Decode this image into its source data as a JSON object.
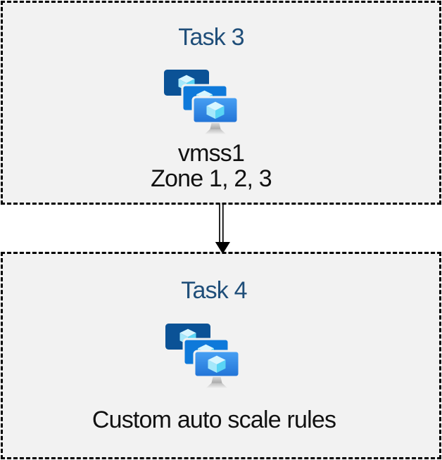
{
  "boxes": [
    {
      "title": "Task 3",
      "icon": "vmss-icon",
      "lines": [
        "vmss1",
        "Zone 1, 2, 3"
      ]
    },
    {
      "title": "Task 4",
      "icon": "vmss-icon",
      "lines": [
        "Custom auto scale rules"
      ]
    }
  ],
  "connector": {
    "type": "double-line-arrow-down"
  },
  "icons": {
    "vmss": "vmss-icon",
    "arrow": "double-arrow-down-icon"
  },
  "colors": {
    "box_fill": "#F2F2F2",
    "box_border": "#000000",
    "title_text": "#1F4E79",
    "body_text": "#111111",
    "monitor_back": "#0B5296",
    "monitor_middle": "#0E79DA",
    "monitor_front_top": "#48A1F4",
    "monitor_front_bottom": "#2173D6",
    "cube_top": "#D8F6FF",
    "cube_left": "#A5E8FB",
    "cube_right": "#59D5F5",
    "arrow": "#000000"
  }
}
